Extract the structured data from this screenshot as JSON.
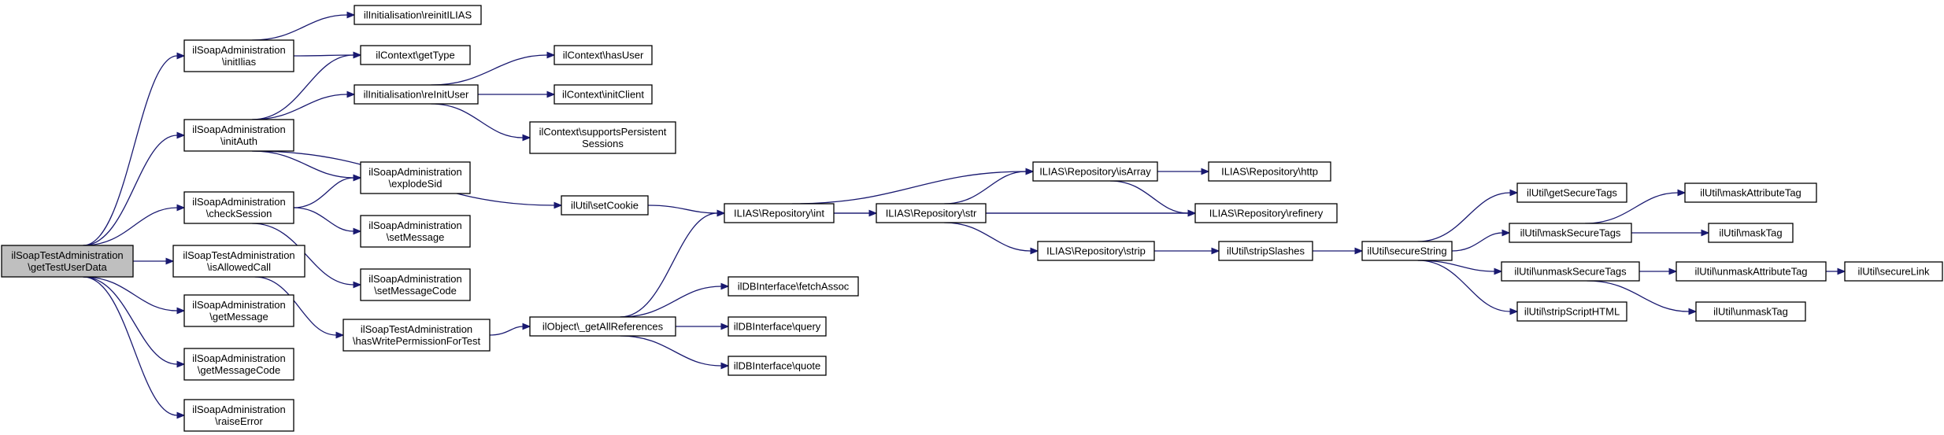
{
  "colors": {
    "edge": "#191970",
    "node_fill": "#ffffff",
    "root_fill": "#bfbfbf",
    "border": "#000000"
  },
  "nodes": [
    {
      "id": "root",
      "lines": [
        "ilSoapTestAdministration",
        "\\getTestUserData"
      ],
      "root": true
    },
    {
      "id": "initIlias",
      "lines": [
        "ilSoapAdministration",
        "\\initIlias"
      ]
    },
    {
      "id": "initAuth",
      "lines": [
        "ilSoapAdministration",
        "\\initAuth"
      ]
    },
    {
      "id": "checkSession",
      "lines": [
        "ilSoapAdministration",
        "\\checkSession"
      ]
    },
    {
      "id": "isAllowedCall",
      "lines": [
        "ilSoapTestAdministration",
        "\\isAllowedCall"
      ]
    },
    {
      "id": "getMessage",
      "lines": [
        "ilSoapAdministration",
        "\\getMessage"
      ]
    },
    {
      "id": "getMessageCode",
      "lines": [
        "ilSoapAdministration",
        "\\getMessageCode"
      ]
    },
    {
      "id": "raiseError",
      "lines": [
        "ilSoapAdministration",
        "\\raiseError"
      ]
    },
    {
      "id": "reinitILIAS",
      "lines": [
        "ilInitialisation\\reinitILIAS"
      ]
    },
    {
      "id": "getType",
      "lines": [
        "ilContext\\getType"
      ]
    },
    {
      "id": "reInitUser",
      "lines": [
        "ilInitialisation\\reInitUser"
      ]
    },
    {
      "id": "explodeSid",
      "lines": [
        "ilSoapAdministration",
        "\\explodeSid"
      ]
    },
    {
      "id": "setMessage",
      "lines": [
        "ilSoapAdministration",
        "\\setMessage"
      ]
    },
    {
      "id": "setMessageCode",
      "lines": [
        "ilSoapAdministration",
        "\\setMessageCode"
      ]
    },
    {
      "id": "hasWritePermission",
      "lines": [
        "ilSoapTestAdministration",
        "\\hasWritePermissionForTest"
      ]
    },
    {
      "id": "hasUser",
      "lines": [
        "ilContext\\hasUser"
      ]
    },
    {
      "id": "initClient",
      "lines": [
        "ilContext\\initClient"
      ]
    },
    {
      "id": "supportsPersistent",
      "lines": [
        "ilContext\\supportsPersistent",
        "Sessions"
      ]
    },
    {
      "id": "setCookie",
      "lines": [
        "ilUtil\\setCookie"
      ]
    },
    {
      "id": "getAllReferences",
      "lines": [
        "ilObject\\_getAllReferences"
      ]
    },
    {
      "id": "repoInt",
      "lines": [
        "ILIAS\\Repository\\int"
      ]
    },
    {
      "id": "fetchAssoc",
      "lines": [
        "ilDBInterface\\fetchAssoc"
      ]
    },
    {
      "id": "query",
      "lines": [
        "ilDBInterface\\query"
      ]
    },
    {
      "id": "quote",
      "lines": [
        "ilDBInterface\\quote"
      ]
    },
    {
      "id": "repoStr",
      "lines": [
        "ILIAS\\Repository\\str"
      ]
    },
    {
      "id": "repoIsArray",
      "lines": [
        "ILIAS\\Repository\\isArray"
      ]
    },
    {
      "id": "repoStrip",
      "lines": [
        "ILIAS\\Repository\\strip"
      ]
    },
    {
      "id": "repoHttp",
      "lines": [
        "ILIAS\\Repository\\http"
      ]
    },
    {
      "id": "repoRefinery",
      "lines": [
        "ILIAS\\Repository\\refinery"
      ]
    },
    {
      "id": "stripSlashes",
      "lines": [
        "ilUtil\\stripSlashes"
      ]
    },
    {
      "id": "secureString",
      "lines": [
        "ilUtil\\secureString"
      ]
    },
    {
      "id": "getSecureTags",
      "lines": [
        "ilUtil\\getSecureTags"
      ]
    },
    {
      "id": "maskSecureTags",
      "lines": [
        "ilUtil\\maskSecureTags"
      ]
    },
    {
      "id": "unmaskSecureTags",
      "lines": [
        "ilUtil\\unmaskSecureTags"
      ]
    },
    {
      "id": "stripScriptHTML",
      "lines": [
        "ilUtil\\stripScriptHTML"
      ]
    },
    {
      "id": "maskAttributeTag",
      "lines": [
        "ilUtil\\maskAttributeTag"
      ]
    },
    {
      "id": "maskTag",
      "lines": [
        "ilUtil\\maskTag"
      ]
    },
    {
      "id": "unmaskAttributeTag",
      "lines": [
        "ilUtil\\unmaskAttributeTag"
      ]
    },
    {
      "id": "unmaskTag",
      "lines": [
        "ilUtil\\unmaskTag"
      ]
    },
    {
      "id": "secureLink",
      "lines": [
        "ilUtil\\secureLink"
      ]
    }
  ],
  "edges": [
    [
      "root",
      "initIlias"
    ],
    [
      "root",
      "initAuth"
    ],
    [
      "root",
      "checkSession"
    ],
    [
      "root",
      "isAllowedCall"
    ],
    [
      "root",
      "getMessage"
    ],
    [
      "root",
      "getMessageCode"
    ],
    [
      "root",
      "raiseError"
    ],
    [
      "initIlias",
      "reinitILIAS"
    ],
    [
      "initIlias",
      "getType"
    ],
    [
      "initAuth",
      "getType"
    ],
    [
      "initAuth",
      "reInitUser"
    ],
    [
      "initAuth",
      "explodeSid"
    ],
    [
      "initAuth",
      "setCookie"
    ],
    [
      "checkSession",
      "explodeSid"
    ],
    [
      "checkSession",
      "setMessage"
    ],
    [
      "checkSession",
      "setMessageCode"
    ],
    [
      "isAllowedCall",
      "hasWritePermission"
    ],
    [
      "reInitUser",
      "hasUser"
    ],
    [
      "reInitUser",
      "initClient"
    ],
    [
      "reInitUser",
      "supportsPersistent"
    ],
    [
      "setCookie",
      "repoInt"
    ],
    [
      "hasWritePermission",
      "getAllReferences"
    ],
    [
      "getAllReferences",
      "repoInt"
    ],
    [
      "getAllReferences",
      "fetchAssoc"
    ],
    [
      "getAllReferences",
      "query"
    ],
    [
      "getAllReferences",
      "quote"
    ],
    [
      "repoInt",
      "repoIsArray"
    ],
    [
      "repoInt",
      "repoStr"
    ],
    [
      "repoInt",
      "repoRefinery"
    ],
    [
      "repoStr",
      "repoIsArray"
    ],
    [
      "repoStr",
      "repoRefinery"
    ],
    [
      "repoStr",
      "repoStrip"
    ],
    [
      "repoIsArray",
      "repoHttp"
    ],
    [
      "repoIsArray",
      "repoRefinery"
    ],
    [
      "repoStrip",
      "stripSlashes"
    ],
    [
      "stripSlashes",
      "secureString"
    ],
    [
      "secureString",
      "getSecureTags"
    ],
    [
      "secureString",
      "maskSecureTags"
    ],
    [
      "secureString",
      "unmaskSecureTags"
    ],
    [
      "secureString",
      "stripScriptHTML"
    ],
    [
      "maskSecureTags",
      "maskAttributeTag"
    ],
    [
      "maskSecureTags",
      "maskTag"
    ],
    [
      "unmaskSecureTags",
      "unmaskAttributeTag"
    ],
    [
      "unmaskSecureTags",
      "unmaskTag"
    ],
    [
      "unmaskAttributeTag",
      "secureLink"
    ]
  ]
}
